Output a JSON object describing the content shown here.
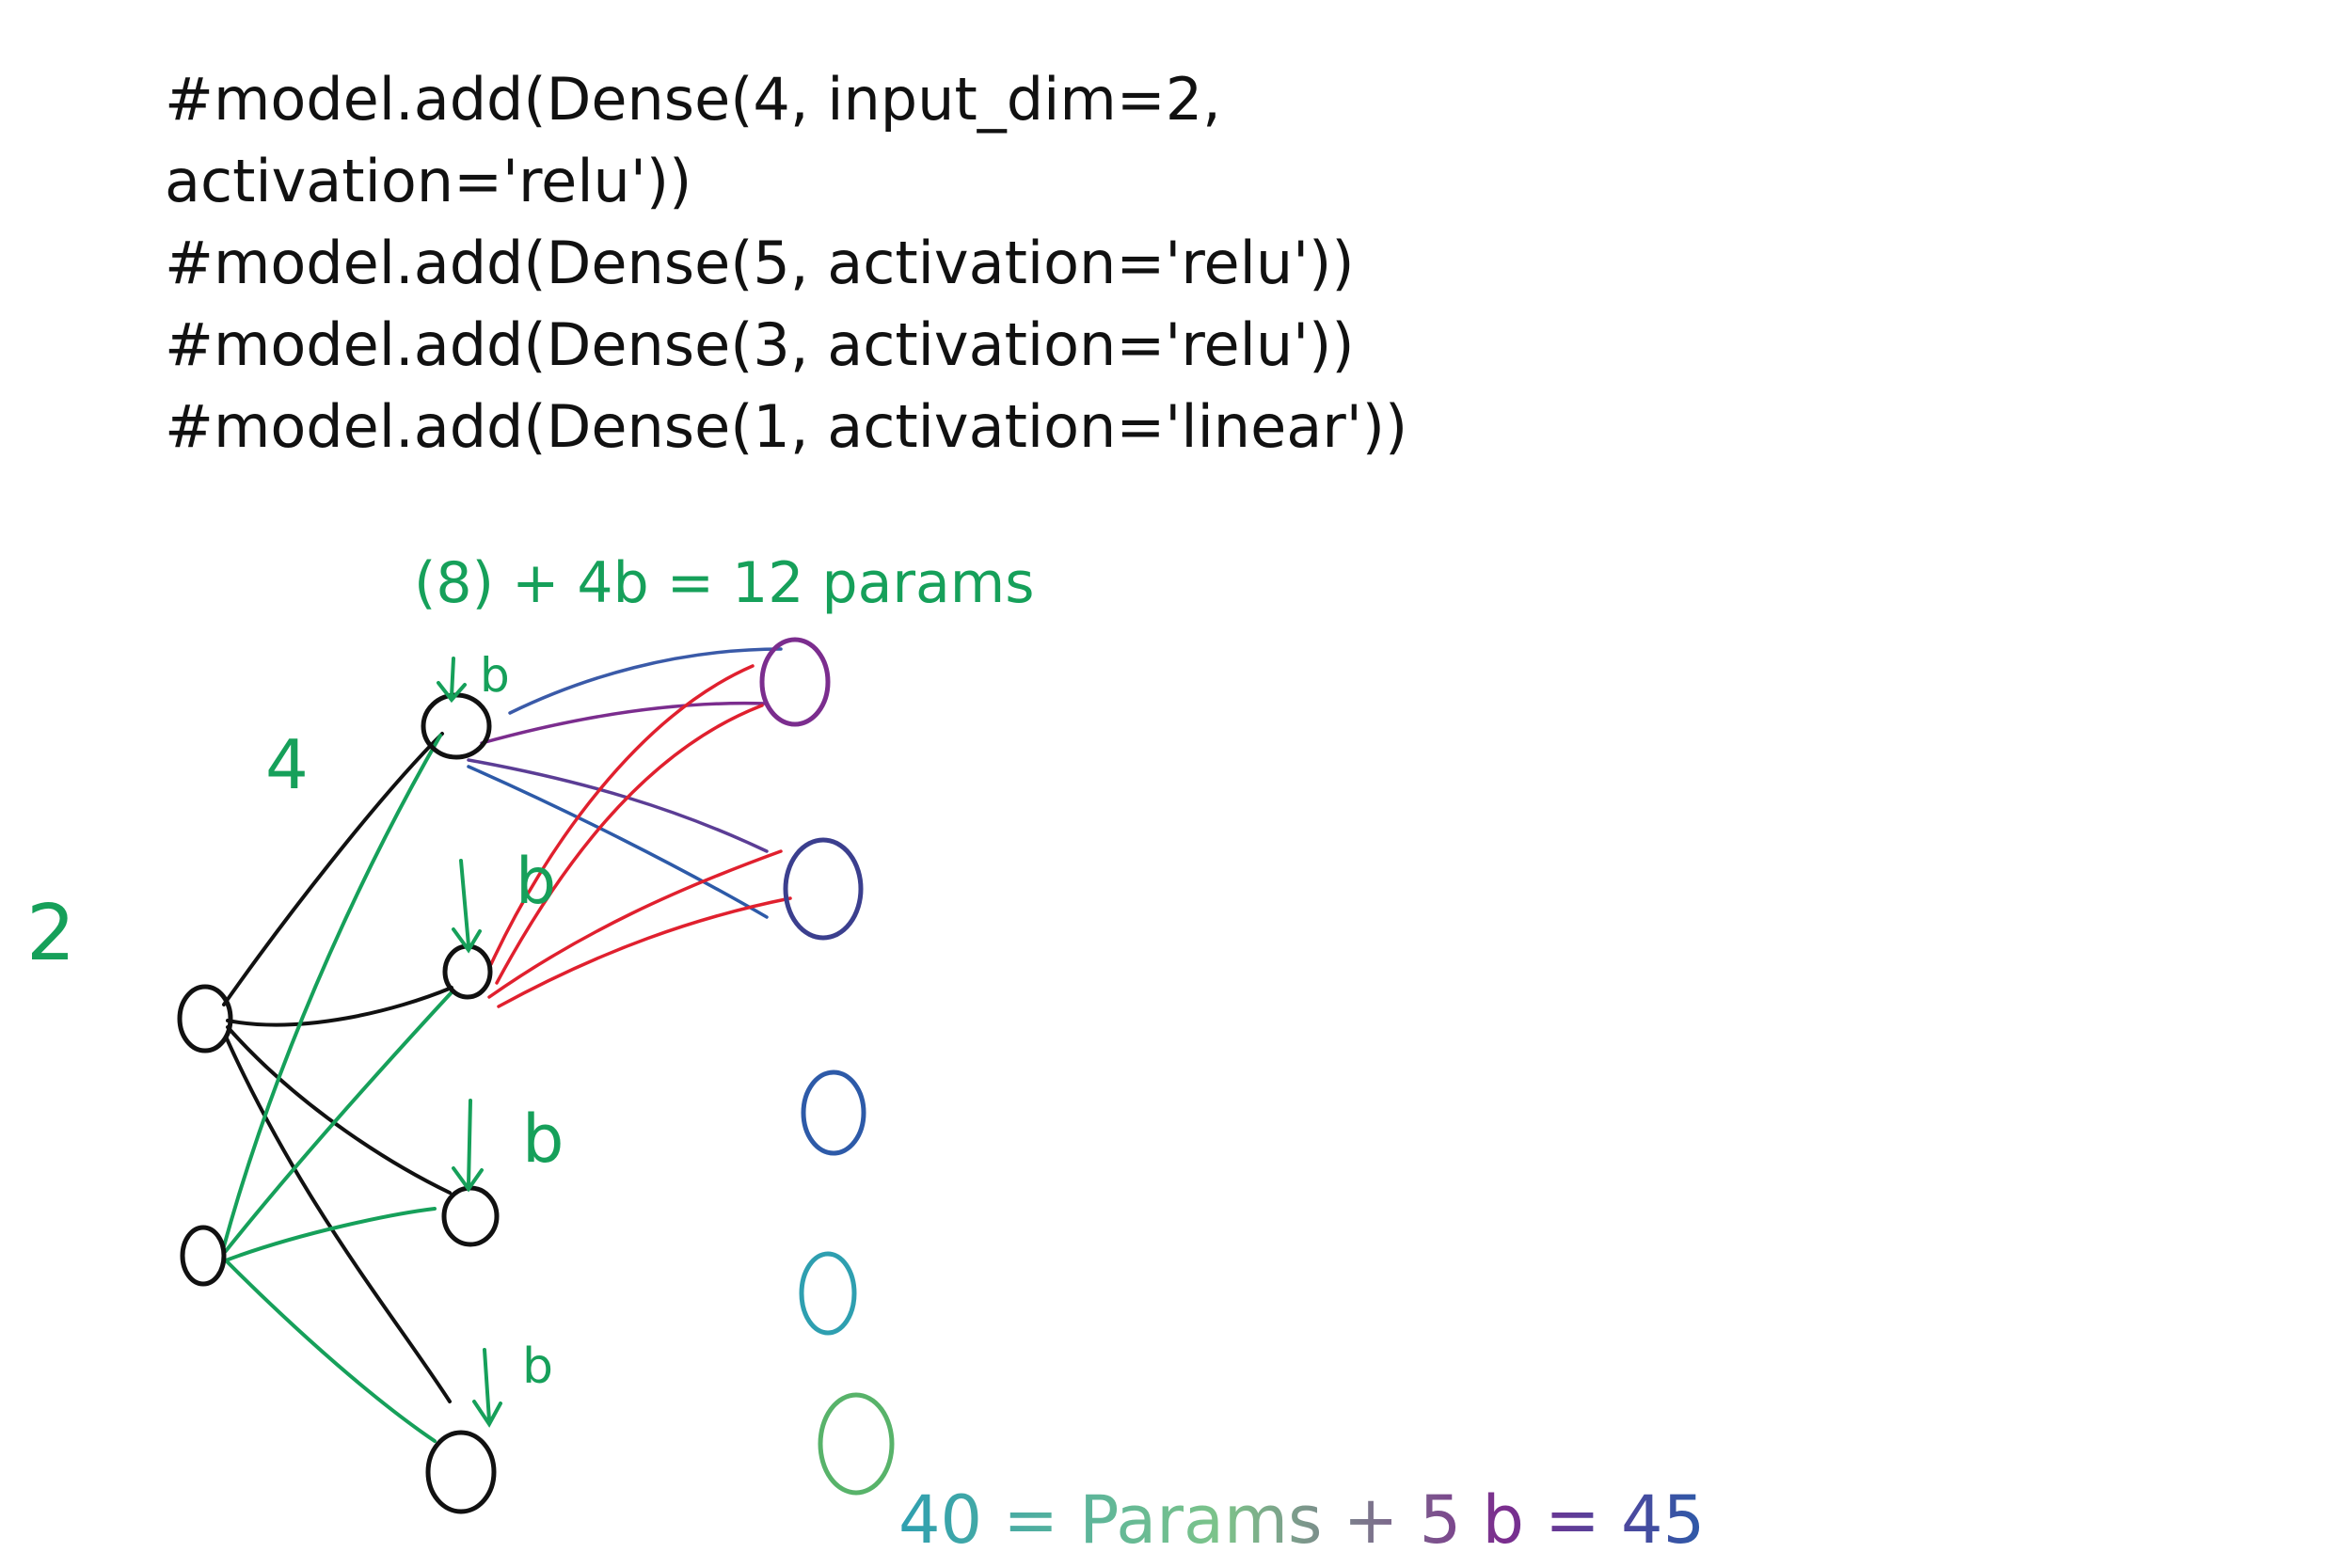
{
  "code": {
    "lines": [
      "#model.add(Dense(4, input_dim=2,",
      "activation='relu'))",
      "#model.add(Dense(5, activation='relu'))",
      "#model.add(Dense(3, activation='relu'))",
      "#model.add(Dense(1, activation='linear'))"
    ]
  },
  "annotations": {
    "input_count": "2",
    "hidden1_count": "4",
    "layer1_params": "(8) + 4b = 12 params",
    "layer2_params": "40 = Params + 5 b = 45",
    "bias_labels": [
      "b",
      "b",
      "b",
      "b"
    ]
  },
  "colors": {
    "ink": "#111111",
    "green": "#16a05a",
    "red": "#e0202e",
    "purple": "#7b2d8e",
    "blue": "#2d5aa8",
    "teal": "#2e9fb0",
    "light_green": "#58b36a"
  }
}
